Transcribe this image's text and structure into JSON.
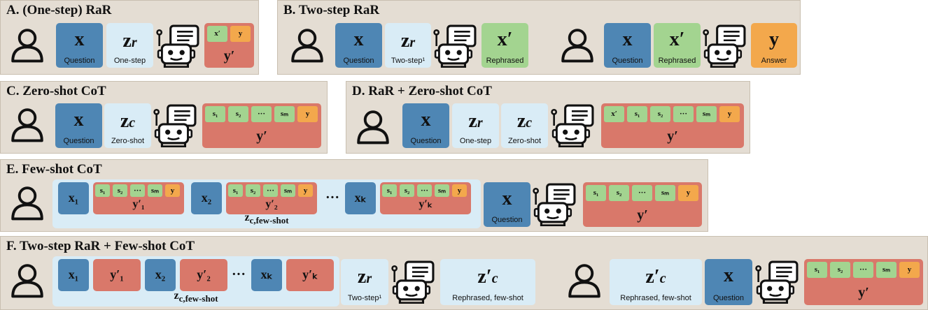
{
  "panels": {
    "A": {
      "title": "A.  (One-step) RaR"
    },
    "B": {
      "title": "B. Two-step RaR"
    },
    "C": {
      "title": "C. Zero-shot CoT"
    },
    "D": {
      "title": "D. RaR + Zero-shot CoT"
    },
    "E": {
      "title": "E. Few-shot CoT"
    },
    "F": {
      "title": "F. Two-step RaR + Few-shot CoT"
    }
  },
  "symbols": {
    "x": "x",
    "y": "y",
    "x_prime": "x′",
    "y_prime": "y′",
    "zr": "z",
    "zr_sub": "r",
    "zc": "z",
    "zc_sub": "c",
    "zc_prime": "z′",
    "s1": "s₁",
    "s2": "s₂",
    "dots": "···",
    "sm": "sₘ",
    "x1": "x₁",
    "x2": "x₂",
    "xk": "xₖ",
    "y1p": "y′₁",
    "y2p": "y′₂",
    "ykp": "y′ₖ",
    "ellipsis": "···",
    "zc_fewshot_z": "z",
    "zc_fewshot_sub": "c,few-shot"
  },
  "labels": {
    "question": "Question",
    "one_step": "One-step",
    "two_step": "Two-step¹",
    "rephrased": "Rephrased",
    "answer": "Answer",
    "zero_shot": "Zero-shot",
    "rephrased_few_shot": "Rephrased, few-shot"
  },
  "colors": {
    "panel_bg": "#e4ddd3",
    "question_blue": "#4e86b4",
    "prompt_light_blue": "#d9ecf6",
    "rephrased_green": "#a3d490",
    "answer_orange": "#f3a84c",
    "response_red": "#d9786a"
  },
  "icons": [
    "user-icon",
    "robot-icon"
  ]
}
